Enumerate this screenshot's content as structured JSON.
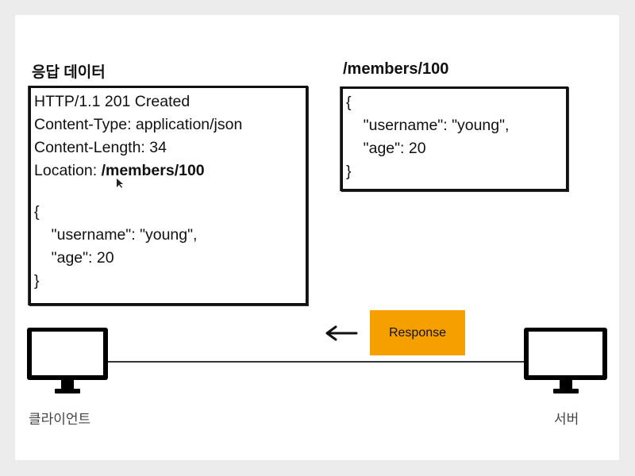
{
  "left_panel": {
    "title": "응답 데이터",
    "lines": [
      "HTTP/1.1 201 Created",
      "Content-Type: application/json",
      "Content-Length: 34",
      "Location: ",
      "{",
      "    \"username\": \"young\",",
      "    \"age\": 20",
      "}"
    ],
    "location_value": "/members/100"
  },
  "right_panel": {
    "title": "/members/100",
    "lines": [
      "{",
      "    \"username\": \"young\",",
      "    \"age\": 20",
      "}"
    ]
  },
  "response_label": "Response",
  "client_label": "클라이언트",
  "server_label": "서버",
  "colors": {
    "response_bg": "#f5a000",
    "outline": "#111111"
  }
}
